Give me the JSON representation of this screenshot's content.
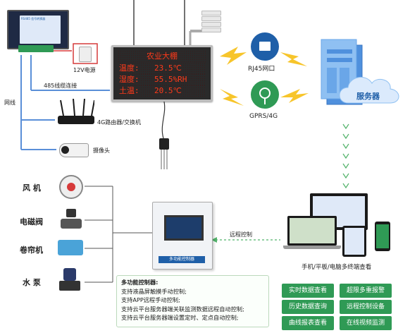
{
  "controller": {
    "logo_line": "RS485 信号转换器"
  },
  "power_label": "12V电源",
  "rs485_label": "485线缆连接",
  "network_label": "网线",
  "router_label": "4G路由器/交换机",
  "camera_label": "摄像头",
  "led_display": {
    "title": "农业大棚",
    "rows": [
      {
        "key": "温度:",
        "value": "23.5℃"
      },
      {
        "key": "湿度:",
        "value": "55.5%RH"
      },
      {
        "key": "土温:",
        "value": "20.5℃"
      }
    ]
  },
  "rj45_label": "RJ45网口",
  "gprs_label": "GPRS/4G",
  "server_label": "服务器",
  "devices": [
    "风 机",
    "电磁阀",
    "卷帘机",
    "水 泵"
  ],
  "cabinet_label": "多功能控制器",
  "remote_label": "远程控制",
  "terminals_label": "手机/平板/电脑多终端查看",
  "features": {
    "title": "多功能控制器:",
    "lines": [
      "支持液晶屏触摸手动控制;",
      "支持APP远程手动控制;",
      "支持云平台服务器端关联监测数据远程自动控制;",
      "支持云平台服务器端设置定时、定点自动控制;"
    ]
  },
  "buttons": [
    "实时数据查看",
    "超限多重报警",
    "历史数据查询",
    "远程控制设备",
    "曲线报表查看",
    "在线视频监测"
  ],
  "colors": {
    "accent_green": "#2f9a55",
    "cable_blue": "#5a8fd8",
    "led_red": "#ff3a1a",
    "server_blue": "#6aa6e8"
  }
}
